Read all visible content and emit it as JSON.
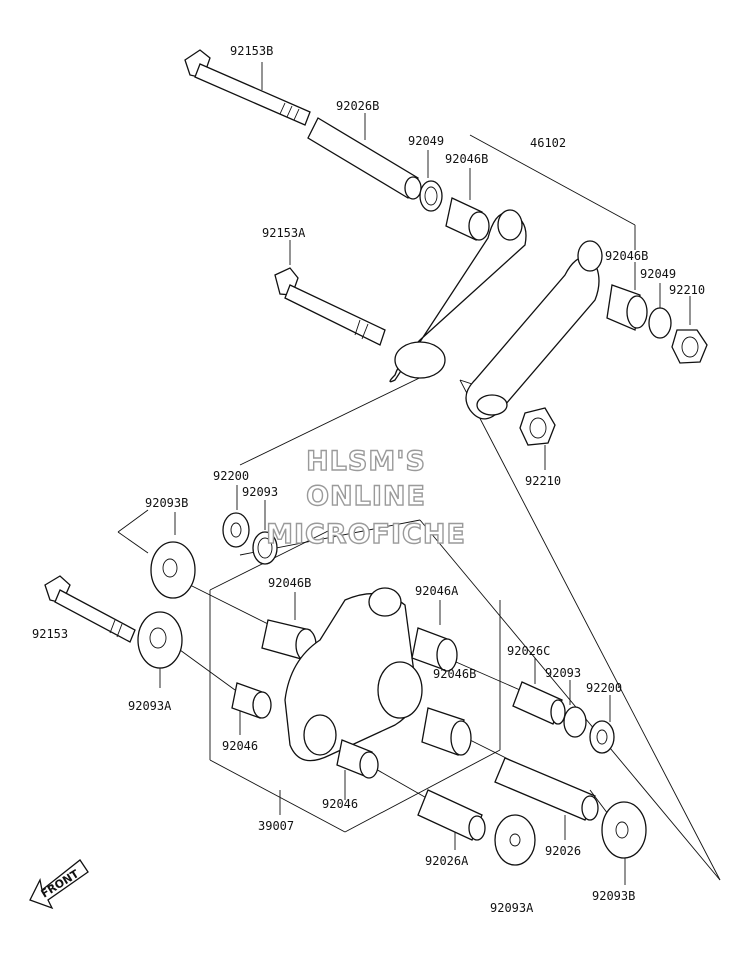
{
  "diagram": {
    "part_labels": {
      "p92153B": "92153B",
      "p92026B": "92026B",
      "p92049_top": "92049",
      "p92046B_top": "92046B",
      "p46102": "46102",
      "p92153A": "92153A",
      "p92046B_right": "92046B",
      "p92049_right": "92049",
      "p92210_right": "92210",
      "p92210_bottom": "92210",
      "p92200_left": "92200",
      "p92093_left": "92093",
      "p92093B_left": "92093B",
      "p92153": "92153",
      "p92093A_left": "92093A",
      "p92046B_mid": "92046B",
      "p92046A": "92046A",
      "p92026C": "92026C",
      "p92093_right": "92093",
      "p92046B_lower": "92046B",
      "p92200_right": "92200",
      "p92046_left": "92046",
      "p92046_bottom": "92046",
      "p39007": "39007",
      "p92026": "92026",
      "p92026A": "92026A",
      "p92093A_bottom": "92093A",
      "p92093B_bottom": "92093B"
    },
    "watermark": [
      "HLSM'S",
      "ONLINE",
      "MICROFICHE"
    ],
    "front_label": "FRONT"
  }
}
